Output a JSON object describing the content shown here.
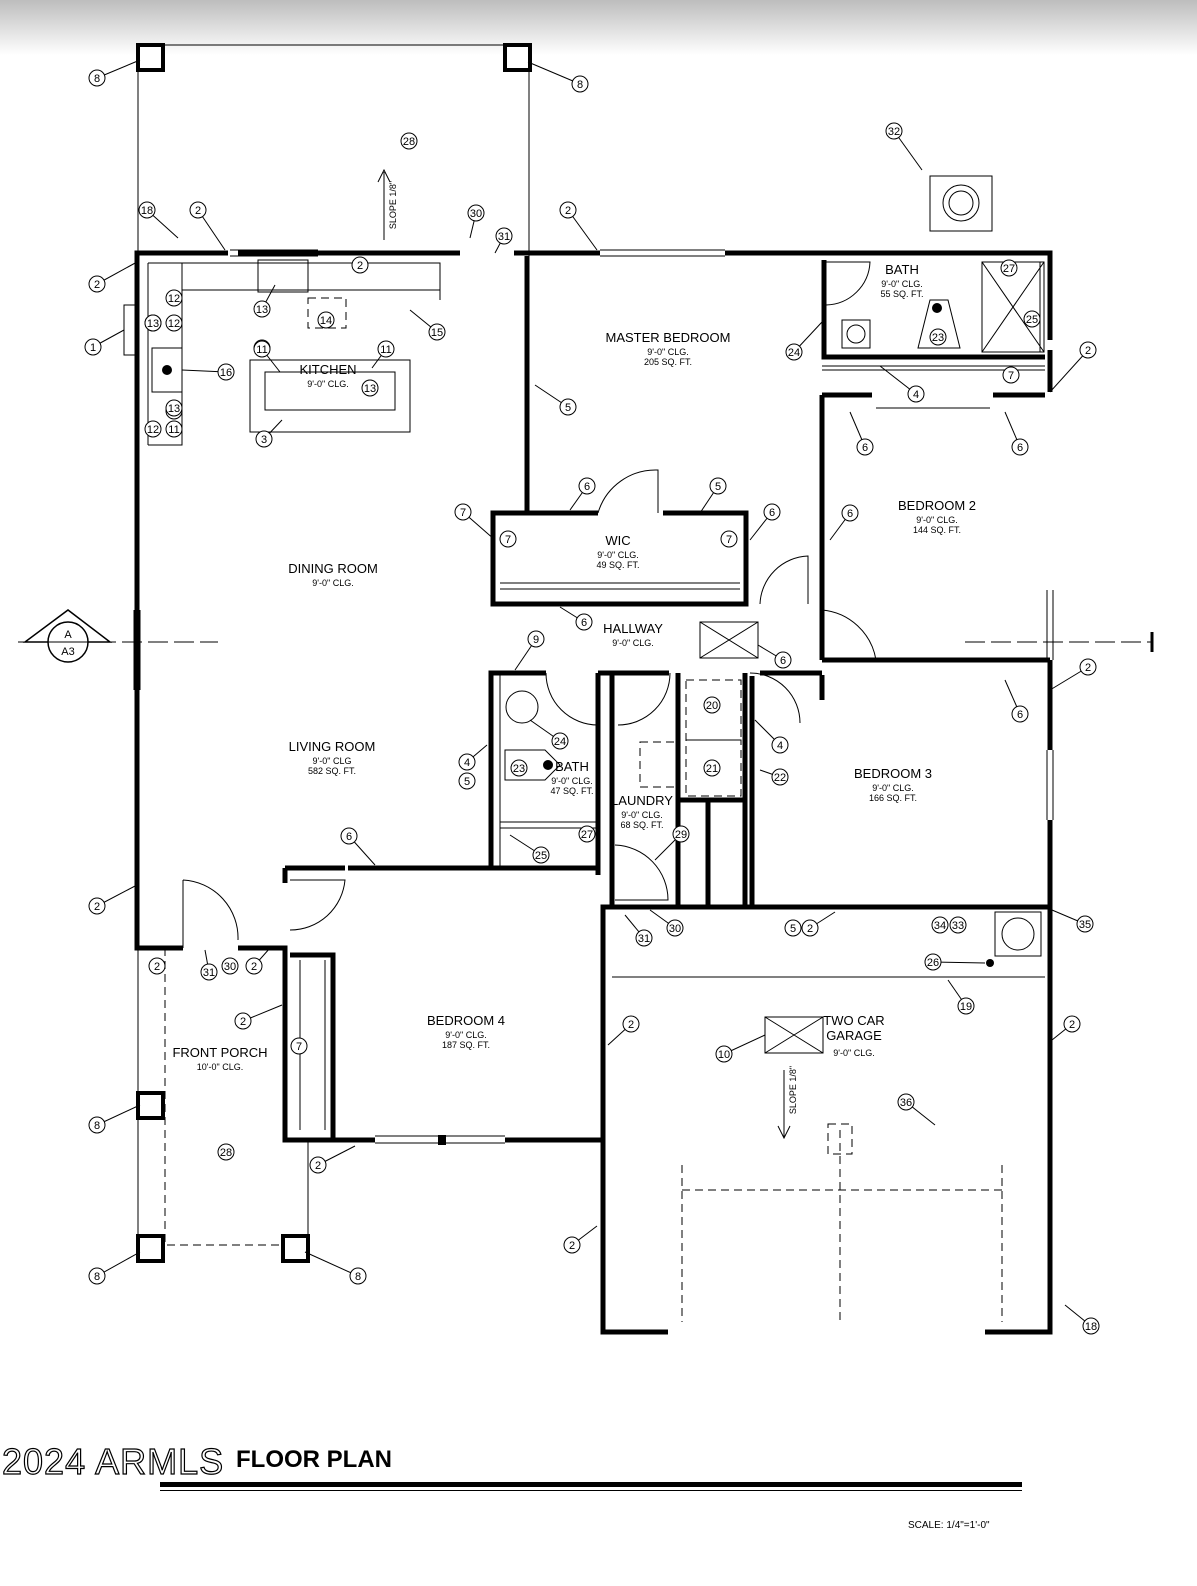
{
  "rooms": {
    "kitchen": {
      "name": "KITCHEN",
      "clg": "9'-0\" CLG."
    },
    "master": {
      "name": "MASTER BEDROOM",
      "clg": "9'-0\" CLG.",
      "area": "205 SQ. FT."
    },
    "bath_master": {
      "name": "BATH",
      "clg": "9'-0\" CLG.",
      "area": "55 SQ. FT."
    },
    "bedroom2": {
      "name": "BEDROOM 2",
      "clg": "9'-0\" CLG.",
      "area": "144 SQ. FT."
    },
    "wic": {
      "name": "WIC",
      "clg": "9'-0\" CLG.",
      "area": "49 SQ. FT."
    },
    "dining": {
      "name": "DINING ROOM",
      "clg": "9'-0\" CLG."
    },
    "hallway": {
      "name": "HALLWAY",
      "clg": "9'-0\" CLG."
    },
    "living": {
      "name": "LIVING ROOM",
      "clg": "9'-0\" CLG",
      "area": "582 SQ. FT."
    },
    "bath2": {
      "name": "BATH",
      "clg": "9'-0\" CLG.",
      "area": "47 SQ. FT."
    },
    "laundry": {
      "name": "LAUNDRY",
      "clg": "9'-0\" CLG.",
      "area": "68 SQ. FT."
    },
    "bedroom3": {
      "name": "BEDROOM 3",
      "clg": "9'-0\" CLG.",
      "area": "166 SQ. FT."
    },
    "bedroom4": {
      "name": "BEDROOM 4",
      "clg": "9'-0\" CLG.",
      "area": "187 SQ. FT."
    },
    "front_porch": {
      "name": "FRONT PORCH",
      "clg": "10'-0\" CLG."
    },
    "garage": {
      "name1": "TWO CAR",
      "name2": "GARAGE",
      "clg": "9'-0\" CLG."
    }
  },
  "slope_label": "SLOPE 1/8\"",
  "section_marker": {
    "letter": "A",
    "sheet": "A3"
  },
  "title": "FLOOR PLAN",
  "watermark": "2024 ARMLS",
  "scale": "SCALE: 1/4\"=1'-0\"",
  "keynote_tags": [
    "8",
    "8",
    "28",
    "32",
    "18",
    "2",
    "30",
    "31",
    "2",
    "2",
    "2",
    "12",
    "11",
    "13",
    "14",
    "15",
    "17",
    "13",
    "12",
    "11",
    "1",
    "16",
    "11",
    "11",
    "13",
    "13",
    "3",
    "12",
    "11",
    "27",
    "25",
    "23",
    "24",
    "4",
    "7",
    "2",
    "5",
    "6",
    "6",
    "6",
    "5",
    "7",
    "7",
    "7",
    "6",
    "6",
    "6",
    "9",
    "6",
    "2",
    "6",
    "20",
    "21",
    "22",
    "4",
    "24",
    "23",
    "4",
    "5",
    "27",
    "25",
    "29",
    "2",
    "6",
    "31",
    "30",
    "5",
    "2",
    "34",
    "33",
    "35",
    "2",
    "31",
    "30",
    "2",
    "26",
    "19",
    "2",
    "2",
    "2",
    "10",
    "36",
    "7",
    "8",
    "28",
    "2",
    "2",
    "8",
    "8",
    "18"
  ]
}
